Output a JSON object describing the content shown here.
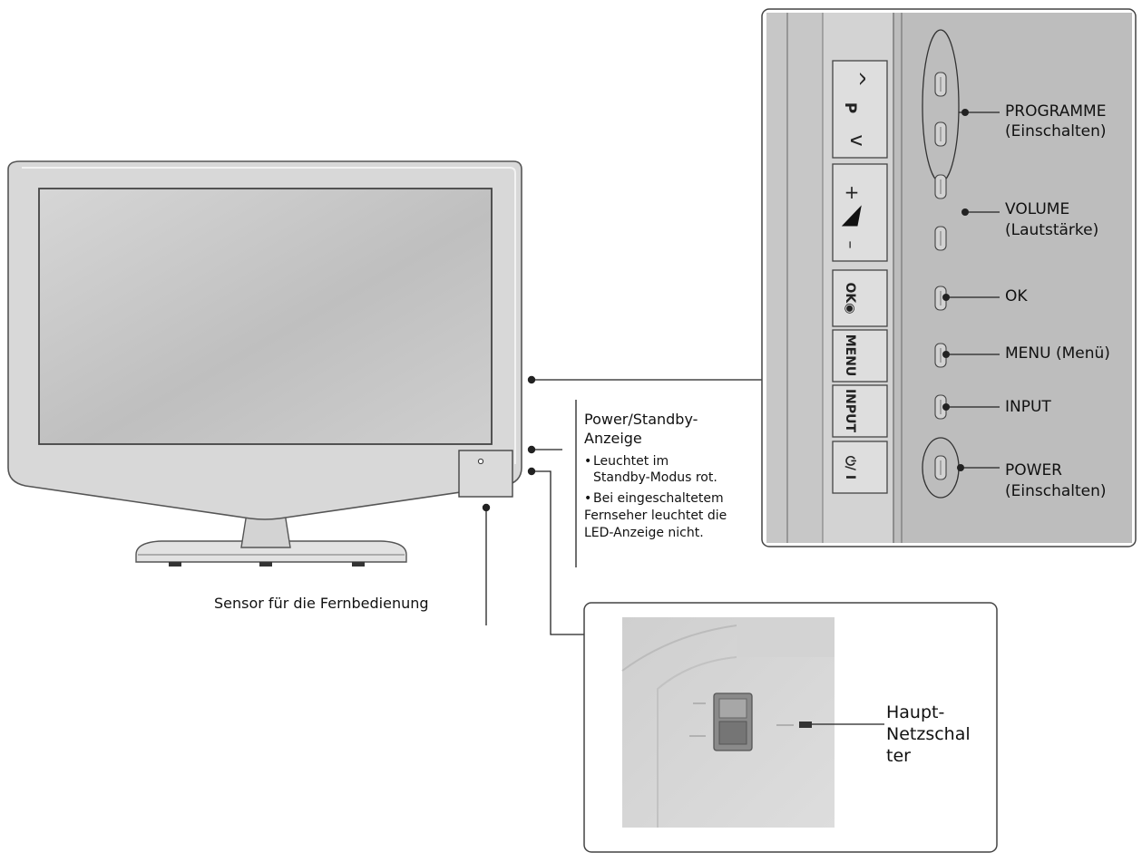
{
  "panel_keys": {
    "prog_up": "^",
    "prog_p": "P",
    "prog_down": "v",
    "vol_plus": "+",
    "vol_minus": "–",
    "ok": "OK◉",
    "menu": "MENU",
    "input": "INPUT",
    "power": "⏻/ I"
  },
  "callouts": {
    "programme_1": "PROGRAMME",
    "programme_2": "(Einschalten)",
    "volume_1": "VOLUME",
    "volume_2": "(Lautstärke)",
    "ok": "OK",
    "menu": "MENU (Menü)",
    "input": "INPUT",
    "power_1": "POWER",
    "power_2": "(Einschalten)"
  },
  "indicator": {
    "title_1": "Power/Standby-",
    "title_2": "Anzeige",
    "bullet_1_line_1": "Leuchtet im",
    "bullet_1_line_2": "Standby-Modus rot.",
    "bullet_2_line_1": "Bei eingeschaltetem",
    "bullet_2_line_2": "Fernseher leuchtet die",
    "bullet_2_line_3": "LED-Anzeige nicht."
  },
  "sensor_label": "Sensor für die Fernbedienung",
  "main_switch": {
    "line_1": "Haupt-",
    "line_2": "Netzschal",
    "line_3": "ter"
  },
  "colors": {
    "bezel": "#d8d8d8",
    "screen": "#bdbdbd",
    "panel_bg": "#c4c4c4",
    "leader_line": "#222222"
  }
}
